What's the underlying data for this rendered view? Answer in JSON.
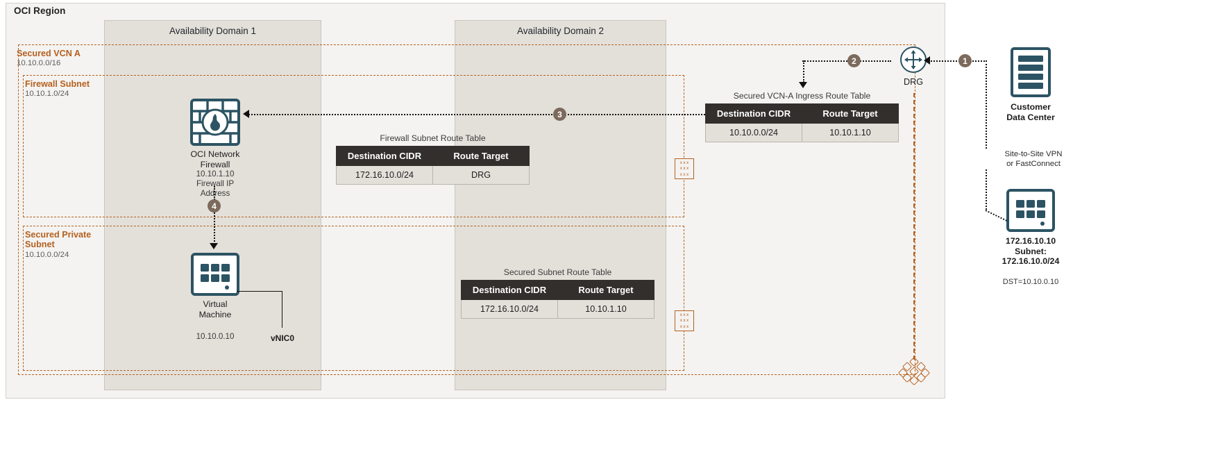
{
  "region": {
    "title": "OCI Region"
  },
  "availability_domains": [
    {
      "name": "Availability Domain 1"
    },
    {
      "name": "Availability Domain 2"
    }
  ],
  "zones": {
    "vcn": {
      "name": "Secured VCN A",
      "cidr": "10.10.0.0/16"
    },
    "firewall_subnet": {
      "name": "Firewall Subnet",
      "cidr": "10.10.1.0/24"
    },
    "private_subnet": {
      "name": "Secured Private\nSubnet",
      "cidr": "10.10.0.0/24"
    }
  },
  "nodes": {
    "firewall": {
      "icon": "firewall-brick-flame-icon",
      "label": "OCI Network\nFirewall",
      "ip": "10.10.1.10",
      "sub": "Firewall IP\nAddress"
    },
    "vm": {
      "icon": "virtual-machine-icon",
      "label": "Virtual\nMachine",
      "ip": "10.10.0.10",
      "vnic": "vNIC0"
    },
    "drg": {
      "icon": "drg-icon",
      "label": "DRG"
    },
    "customer_data_center": {
      "icon": "server-rack-icon",
      "label": "Customer\nData Center"
    },
    "on_prem_subnet": {
      "icon": "on-prem-host-icon",
      "ip": "172.16.10.10",
      "label": "Subnet:\n172.16.10.0/24",
      "dst": "DST=10.10.0.10"
    }
  },
  "connections": {
    "vpn": "Site-to-Site VPN\nor FastConnect"
  },
  "steps": [
    "1",
    "2",
    "3",
    "4"
  ],
  "route_tables": {
    "firewall_subnet": {
      "caption": "Firewall Subnet Route Table",
      "headers": [
        "Destination CIDR",
        "Route Target"
      ],
      "rows": [
        [
          "172.16.10.0/24",
          "DRG"
        ]
      ]
    },
    "secured_subnet": {
      "caption": "Secured Subnet Route Table",
      "headers": [
        "Destination CIDR",
        "Route Target"
      ],
      "rows": [
        [
          "172.16.10.0/24",
          "10.10.1.10"
        ]
      ]
    },
    "vcn_ingress": {
      "caption": "Secured VCN-A Ingress Route Table",
      "headers": [
        "Destination CIDR",
        "Route Target"
      ],
      "rows": [
        [
          "10.10.0.0/24",
          "10.10.1.10"
        ]
      ]
    }
  },
  "colors": {
    "accent_orange": "#b5601f",
    "teal": "#2c5363",
    "header_dark": "#332f2c",
    "step_badge": "#7c6a5c"
  }
}
